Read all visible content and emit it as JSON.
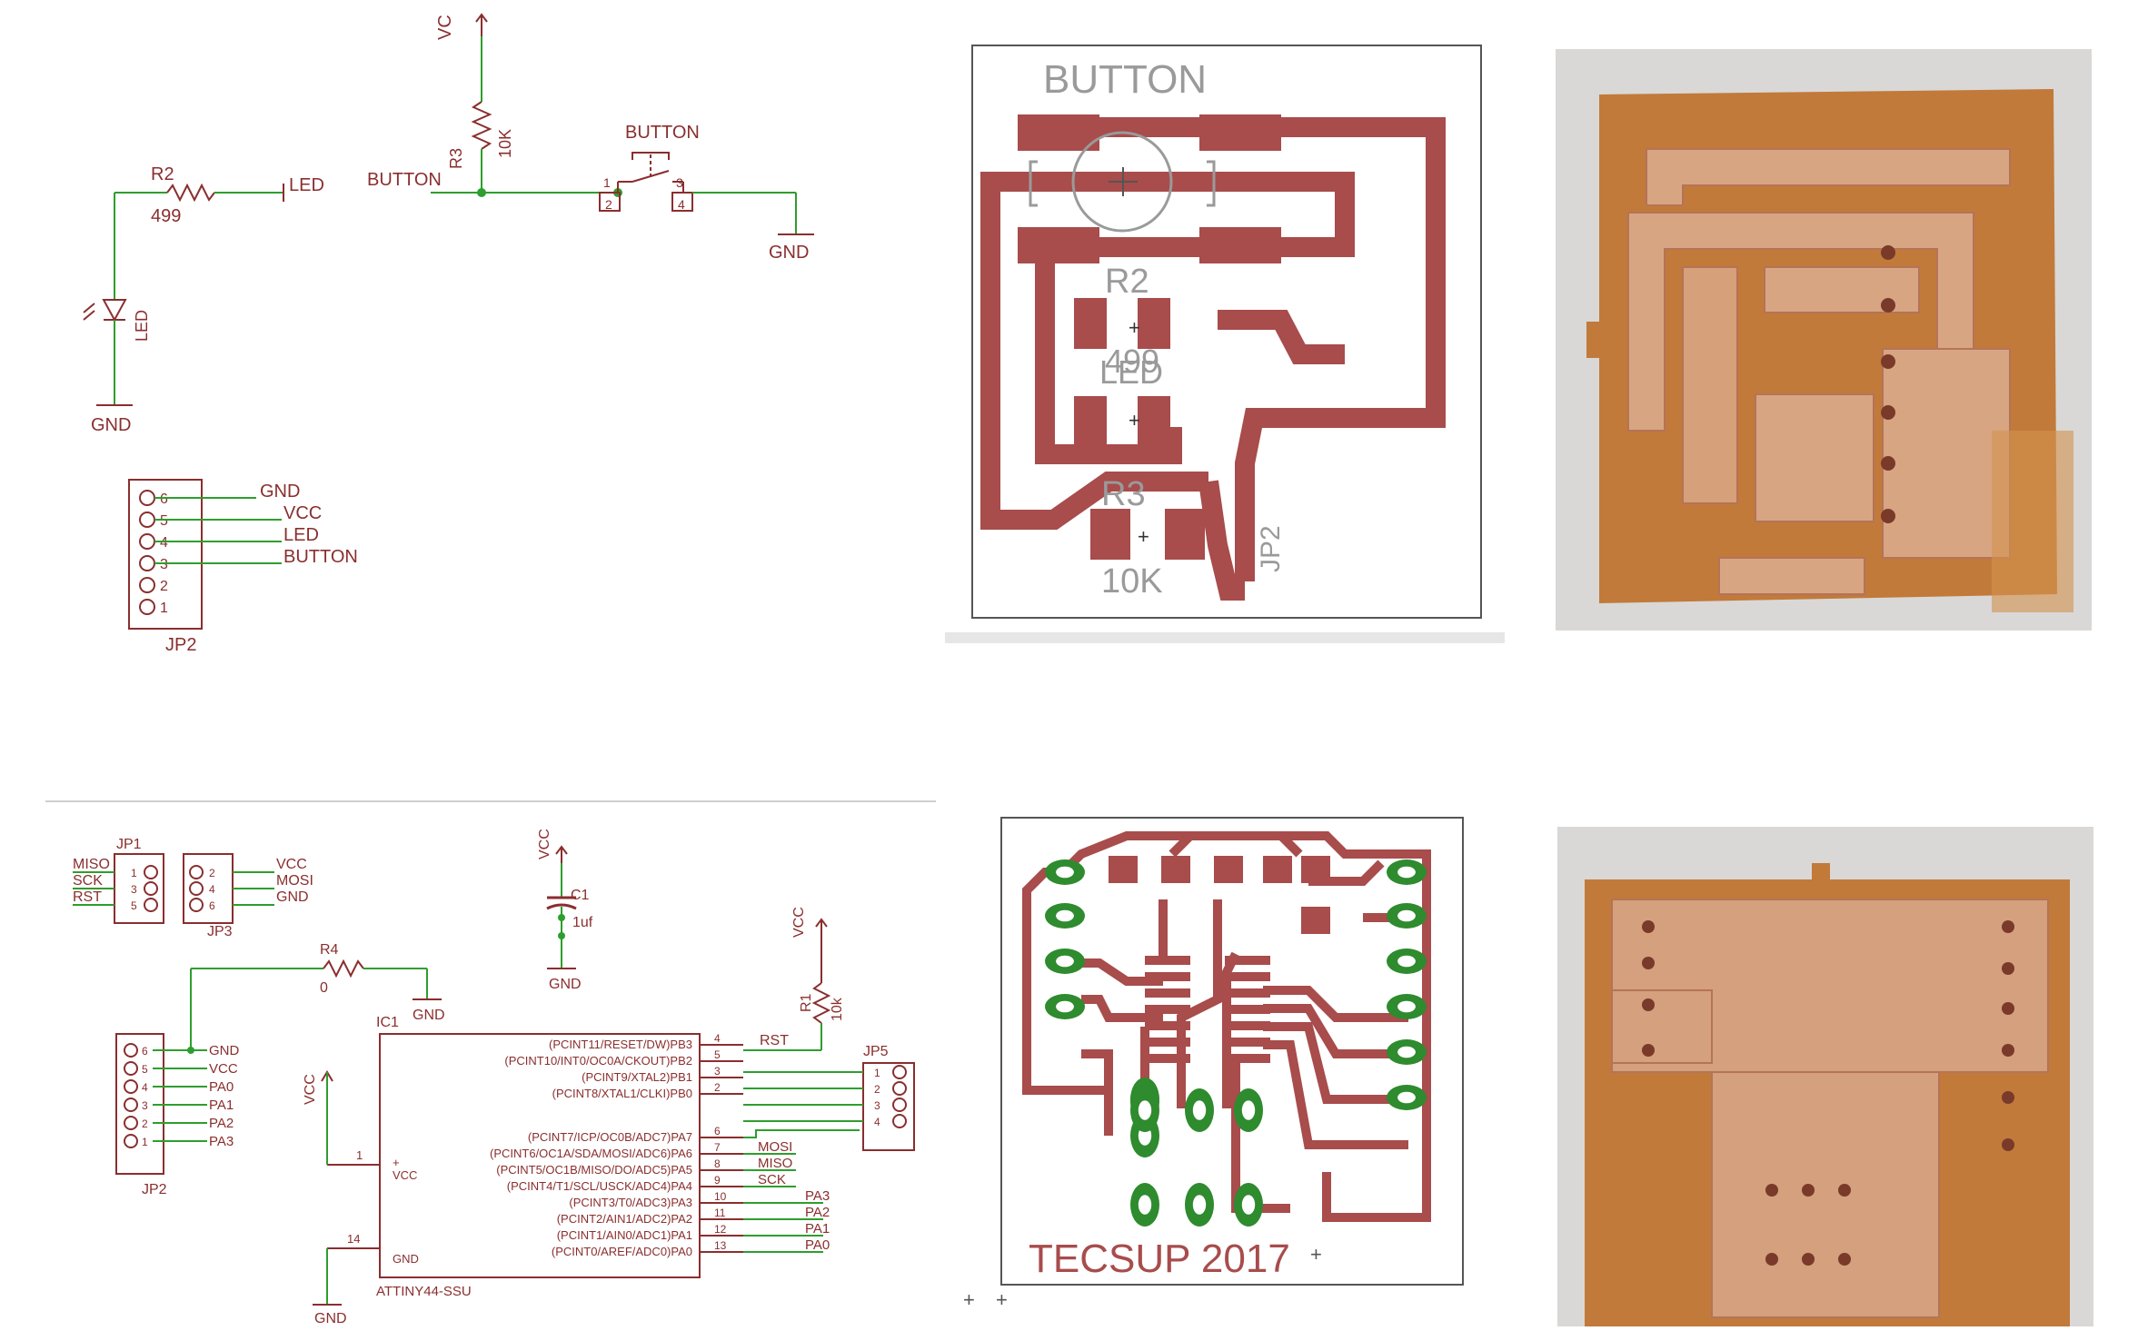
{
  "top_schematic": {
    "vcc": "VC",
    "r3_name": "R3",
    "r3_value": "10K",
    "button_net": "BUTTON",
    "button_part": "BUTTON",
    "pin1": "1",
    "pin2": "2",
    "pin3": "3",
    "pin4": "4",
    "gnd_right": "GND",
    "r2_name": "R2",
    "r2_value": "499",
    "led_net": "LED",
    "led_part": "LED",
    "gnd_left": "GND",
    "jp2_name": "JP2",
    "jp2_pins": [
      "6",
      "5",
      "4",
      "3",
      "2",
      "1"
    ],
    "jp2_nets": [
      "GND",
      "VCC",
      "LED",
      "BUTTON"
    ]
  },
  "top_board": {
    "button_label": "BUTTON",
    "r2_name": "R2",
    "r2_value": "499",
    "led_label": "LED",
    "r3_name": "R3",
    "r3_value": "10K",
    "jp2_label": "JP2"
  },
  "bottom_schematic": {
    "jp1_name": "JP1",
    "jp1_nets": [
      "MISO",
      "SCK",
      "RST"
    ],
    "jp1_pins": [
      "1",
      "3",
      "5"
    ],
    "jp3_name": "JP3",
    "jp3_nets": [
      "VCC",
      "MOSI",
      "GND"
    ],
    "jp3_pins": [
      "2",
      "4",
      "6"
    ],
    "vcc_c1": "VCC",
    "c1_name": "C1",
    "c1_value": "1uf",
    "gnd_c1": "GND",
    "r4_name": "R4",
    "r4_value": "0",
    "gnd_r4": "GND",
    "vcc_r1": "VCC",
    "r1_name": "R1",
    "r1_value": "10k",
    "ic_name": "IC1",
    "ic_part": "ATTINY44-SSU",
    "ic_vcc_pin": "VCC",
    "ic_gnd_pin": "GND",
    "ic_pin1": "1",
    "ic_pin14": "14",
    "ic_pins": [
      {
        "num": "4",
        "label": "(PCINT11/RESET/DW)PB3"
      },
      {
        "num": "5",
        "label": "(PCINT10/INT0/OC0A/CKOUT)PB2"
      },
      {
        "num": "3",
        "label": "(PCINT9/XTAL2)PB1"
      },
      {
        "num": "2",
        "label": "(PCINT8/XTAL1/CLKI)PB0"
      },
      {
        "num": "6",
        "label": "(PCINT7/ICP/OC0B/ADC7)PA7"
      },
      {
        "num": "7",
        "label": "(PCINT6/OC1A/SDA/MOSI/ADC6)PA6"
      },
      {
        "num": "8",
        "label": "(PCINT5/OC1B/MISO/DO/ADC5)PA5"
      },
      {
        "num": "9",
        "label": "(PCINT4/T1/SCL/USCK/ADC4)PA4"
      },
      {
        "num": "10",
        "label": "(PCINT3/T0/ADC3)PA3"
      },
      {
        "num": "11",
        "label": "(PCINT2/AIN1/ADC2)PA2"
      },
      {
        "num": "12",
        "label": "(PCINT1/AIN0/ADC1)PA1"
      },
      {
        "num": "13",
        "label": "(PCINT0/AREF/ADC0)PA0"
      }
    ],
    "rst_net": "RST",
    "right_nets": [
      "MOSI",
      "MISO",
      "SCK",
      "PA3",
      "PA2",
      "PA1",
      "PA0"
    ],
    "jp5_name": "JP5",
    "jp5_pins": [
      "1",
      "2",
      "3",
      "4"
    ],
    "vcc_ic": "VCC",
    "gnd_ic": "GND",
    "jp2_name": "JP2",
    "jp2_pins": [
      "6",
      "5",
      "4",
      "3",
      "2",
      "1"
    ],
    "jp2_nets": [
      "GND",
      "VCC",
      "PA0",
      "PA1",
      "PA2",
      "PA3"
    ]
  },
  "bottom_board": {
    "footer": "TECSUP  2017"
  },
  "colors": {
    "trace": "#a84c4c",
    "pad": "#2e8b2e",
    "wire": "#2e9e2e",
    "symbol": "#8a2e2e",
    "copper": "#d49a78",
    "substrate": "#c07a3c"
  }
}
